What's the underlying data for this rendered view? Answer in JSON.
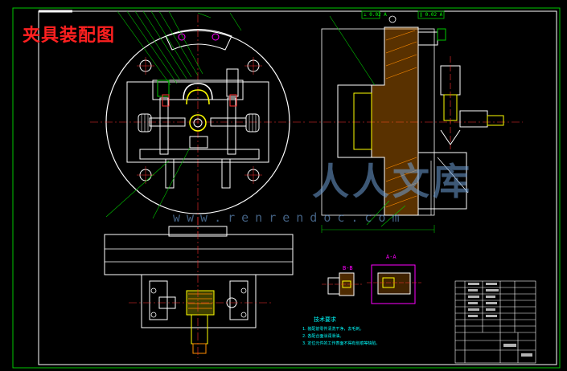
{
  "title": {
    "text": "夹具装配图",
    "color": "#ff2020"
  },
  "watermark": {
    "url": "www.renrendoc.com",
    "cn": "人人文库",
    "color": "#6fa0d8"
  },
  "sections": {
    "b": "B-B",
    "a": "A-A"
  },
  "notes": {
    "title": "技术要求",
    "items": [
      "1. 装配前零件清洗干净，去毛刺。",
      "2. 各配合面涂润滑油。",
      "3. 定位元件的工作表面不得有划痕等缺陷。"
    ]
  },
  "tolerance": {
    "left": "⊥ 0.02 A",
    "right": "∥ 0.02 A"
  },
  "colors": {
    "frame": "#ffffff",
    "line": "#00ff00",
    "green": "#00c800",
    "yellow": "#ffff00",
    "magenta": "#ff00ff",
    "cyan": "#00ffff",
    "red": "#ff3030",
    "blue": "#2040ff",
    "orange": "#ff8c00"
  }
}
